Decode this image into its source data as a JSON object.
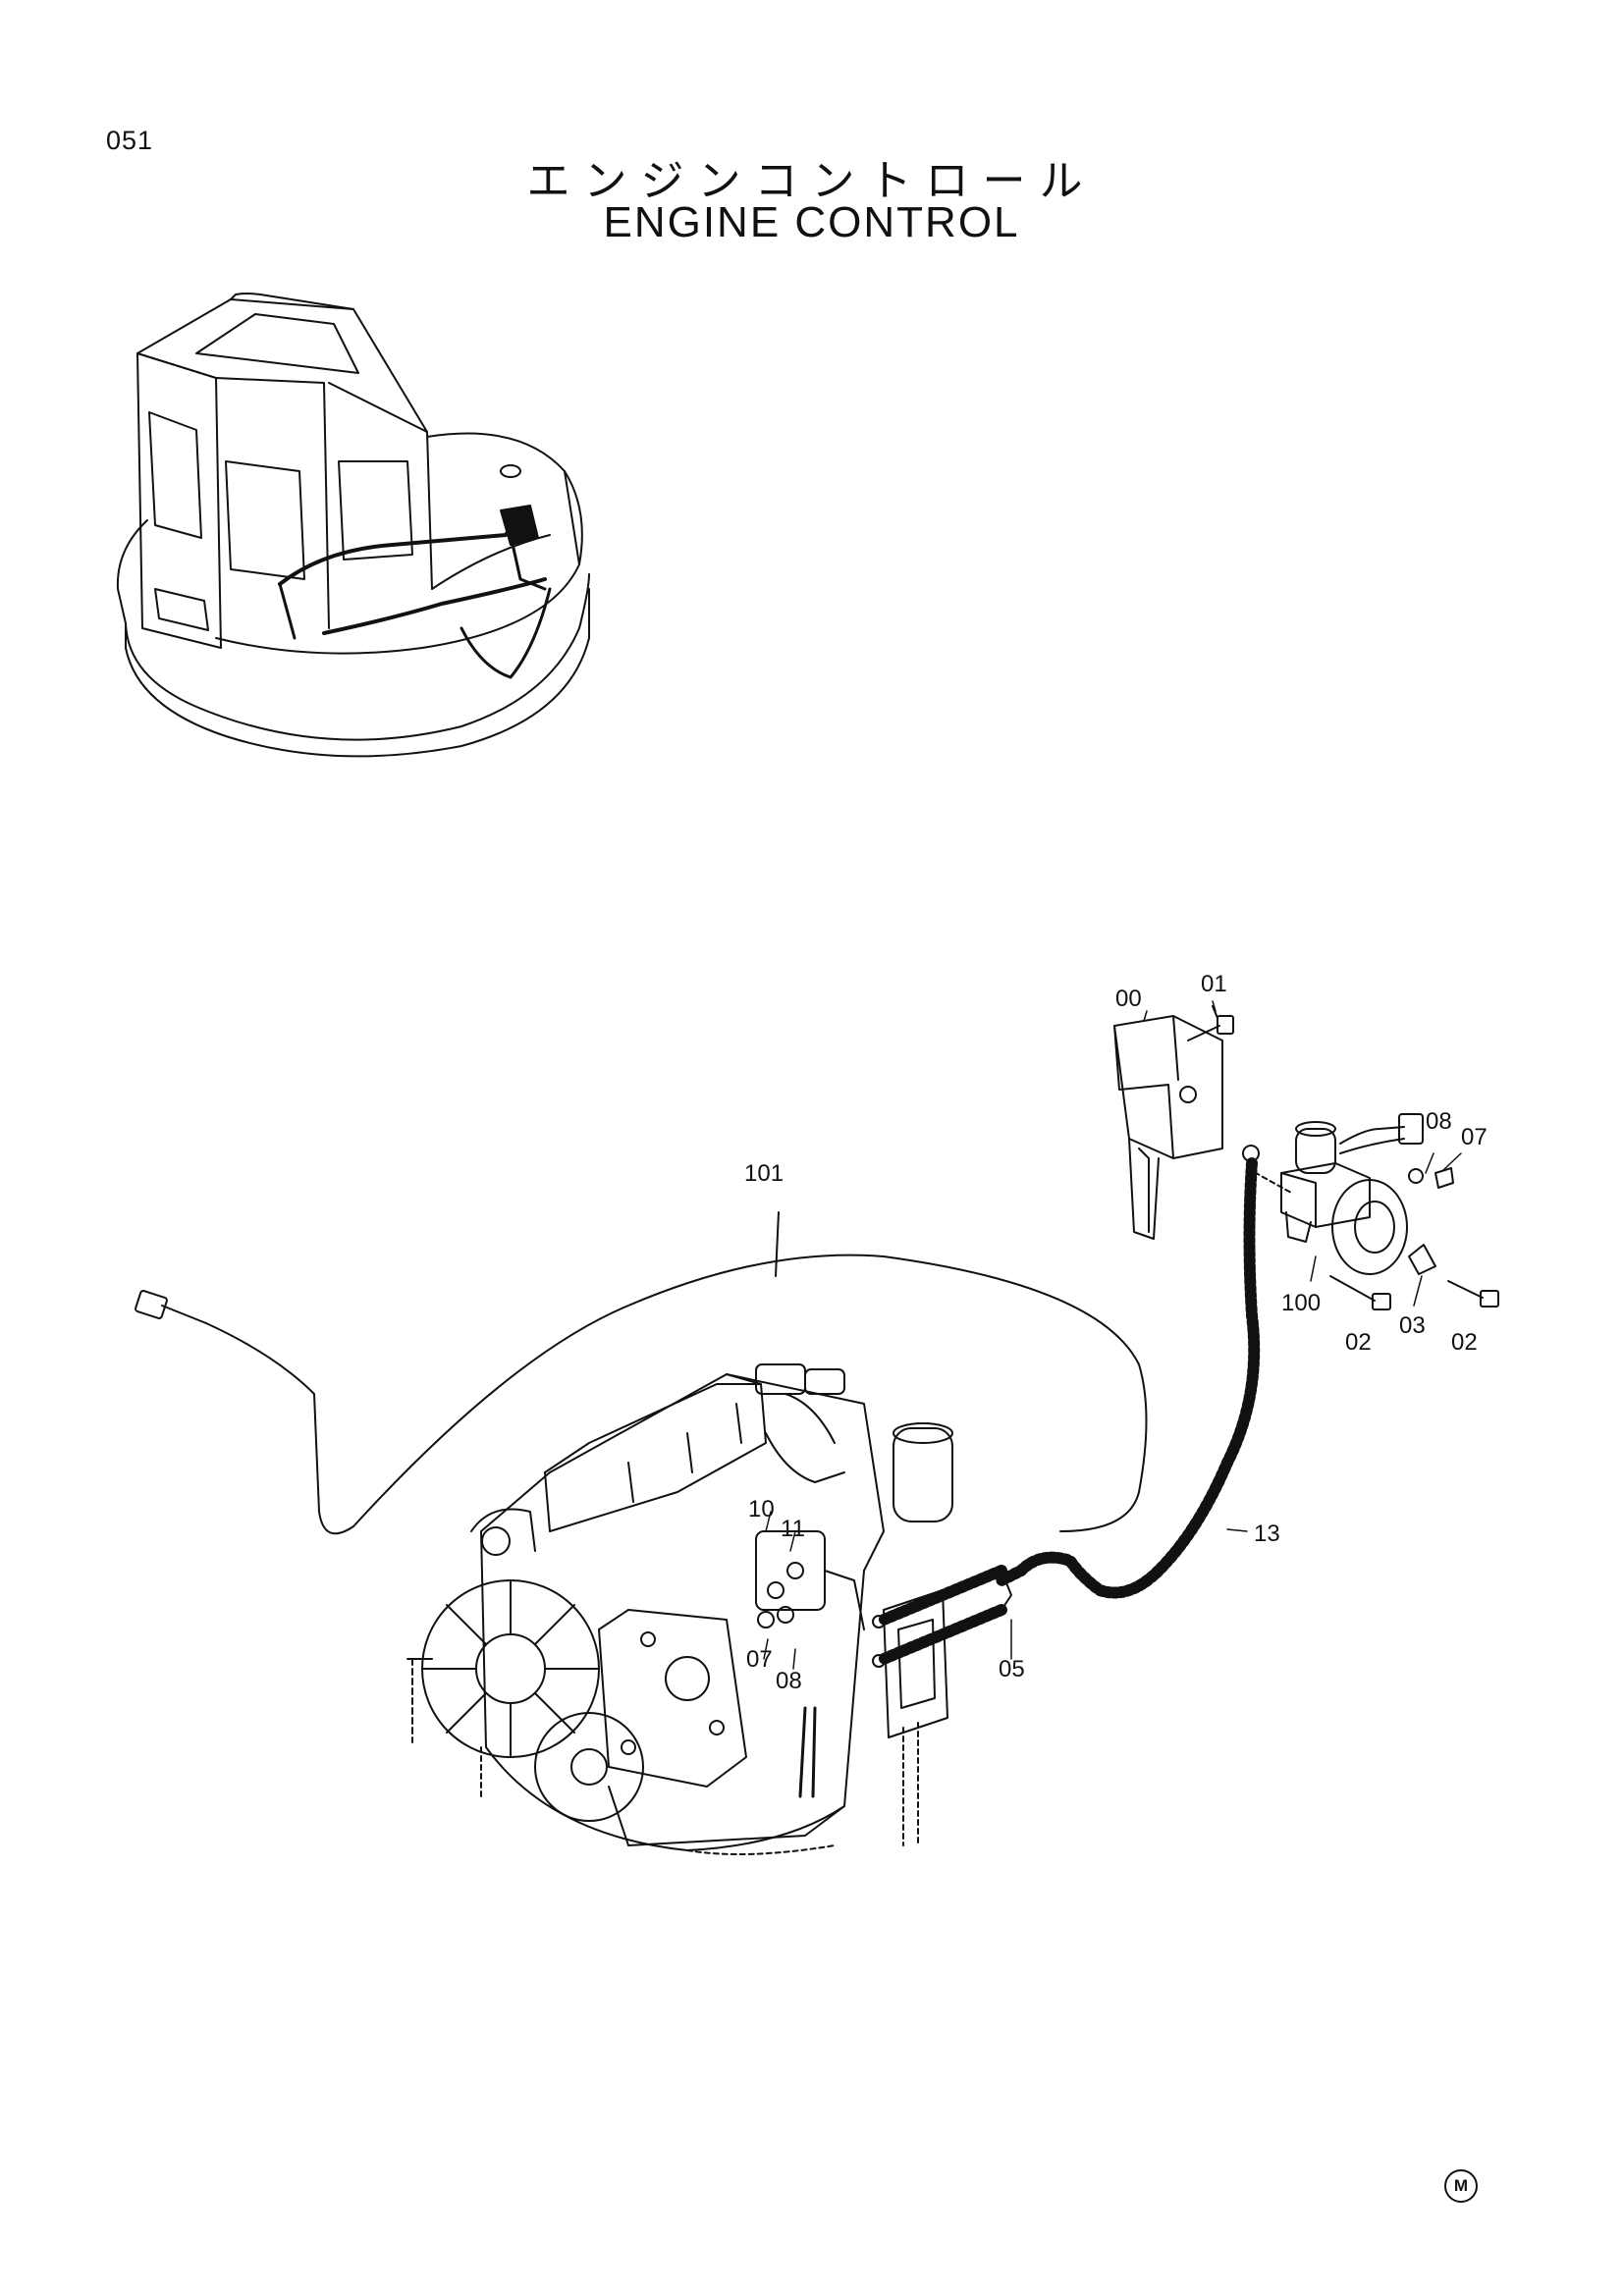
{
  "page": {
    "number": "051",
    "title_jp": "エンジンコントロール",
    "title_en": "ENGINE CONTROL",
    "corner_mark": "M"
  },
  "callouts": {
    "c00": "00",
    "c01": "01",
    "c08_top": "08",
    "c07_top": "07",
    "c101": "101",
    "c100": "100",
    "c02_left": "02",
    "c03": "03",
    "c02_right": "02",
    "c13": "13",
    "c10": "10",
    "c11": "11",
    "c07_bottom": "07",
    "c08_bottom": "08",
    "c05": "05"
  },
  "icons": {
    "machine": "excavator-upper-structure-icon",
    "engine": "engine-assembly-icon",
    "motor": "governor-motor-icon"
  }
}
